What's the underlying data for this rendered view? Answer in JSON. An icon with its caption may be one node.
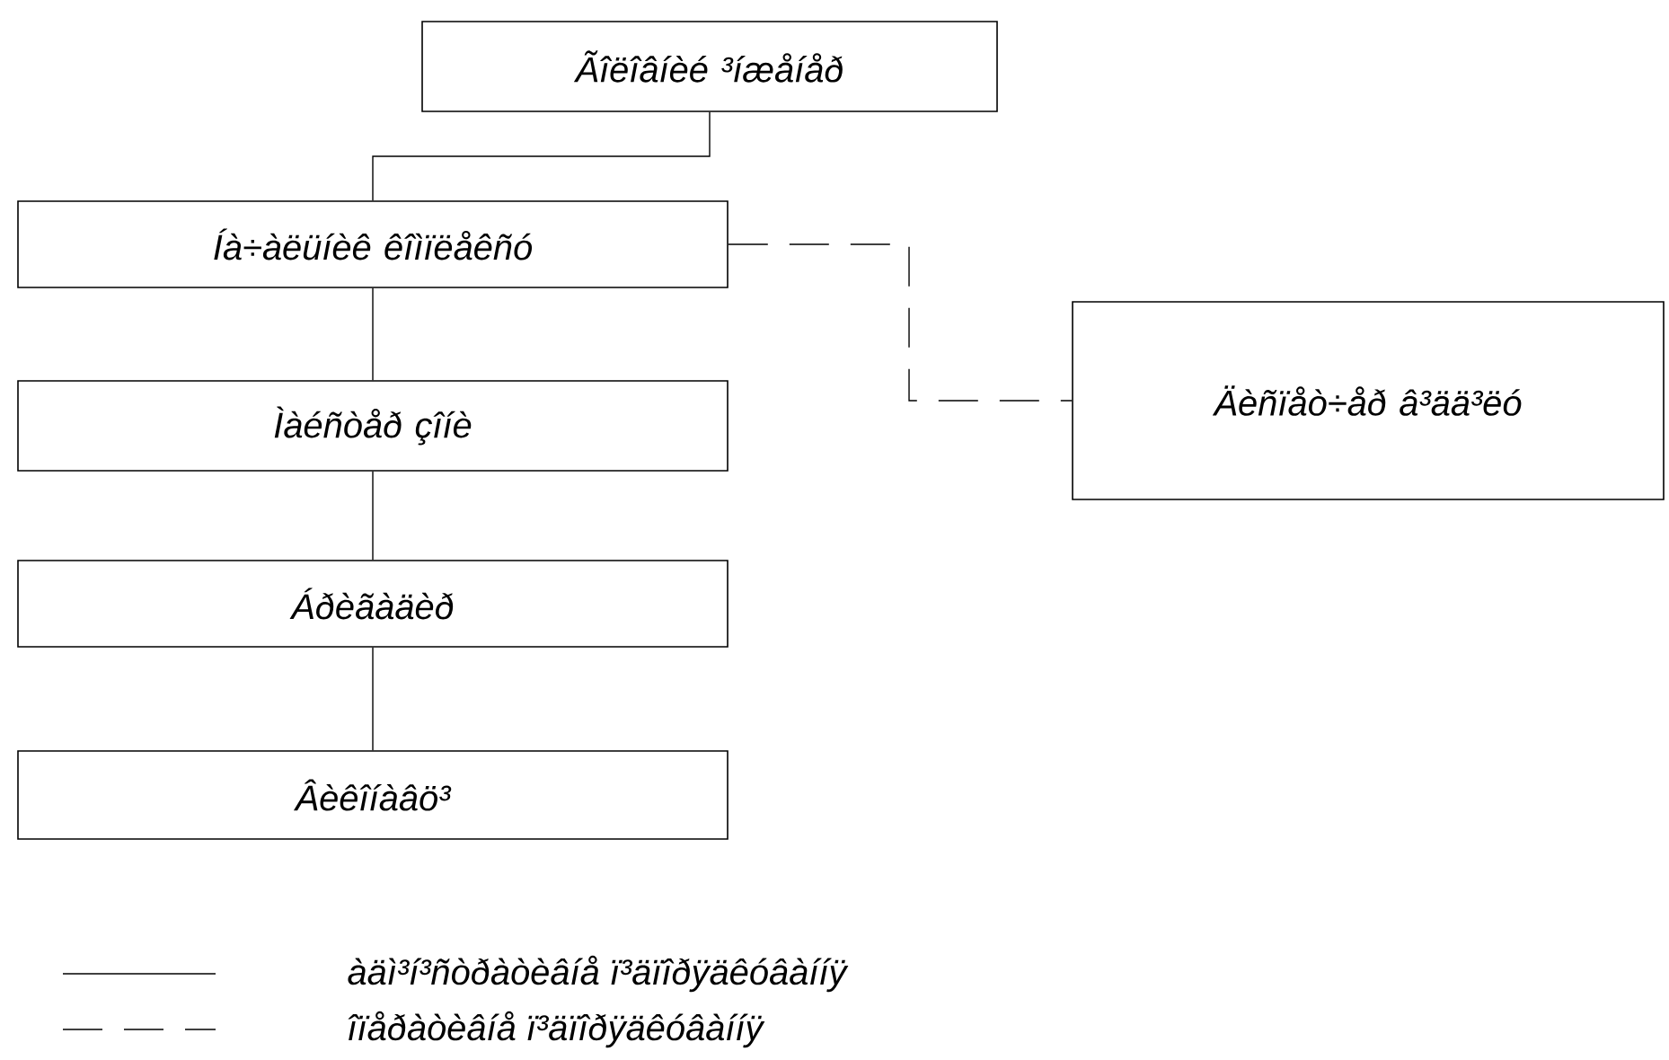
{
  "diagram": {
    "nodes": [
      {
        "text": [
          "Ãîëîâíèé ³íæåíåð"
        ]
      },
      {
        "text": [
          "Íà÷àëüíèê êîìïëåêñó"
        ]
      },
      {
        "text": [
          "Ìàéñòåð çîíè"
        ]
      },
      {
        "text": [
          "Áðèãàäèð"
        ]
      },
      {
        "text": [
          "Âèêîíàâö³"
        ]
      },
      {
        "text": [
          "Äèñïåò÷åð â³ää³ëó"
        ]
      }
    ],
    "edges": [
      {
        "from": 0,
        "to": 1,
        "arrow": "none"
      },
      {
        "from": 1,
        "to": 2,
        "arrow": "none"
      },
      {
        "from": 2,
        "to": 3,
        "arrow": "none"
      },
      {
        "from": 3,
        "to": 4,
        "arrow": "none"
      },
      {
        "from": 1,
        "to": 5,
        "arrow": "none",
        "style": "dashed"
      }
    ],
    "legend": [
      {
        "text": "àäì³í³ñòðàòèâíå ï³äïîðÿäêóâàííÿ"
      },
      {
        "text": "îïåðàòèâíå ï³äïîðÿäêóâàííÿ"
      }
    ]
  }
}
